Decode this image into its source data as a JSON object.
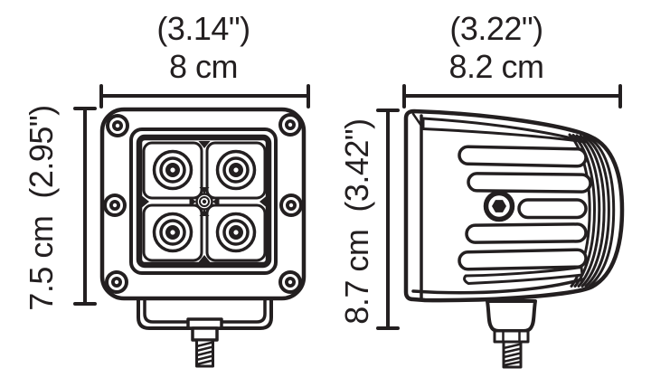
{
  "colors": {
    "line": "#231f20",
    "background": "#ffffff"
  },
  "front_view": {
    "width_dimension": {
      "inches": "(3.14\")",
      "metric": "8 cm"
    },
    "height_dimension": {
      "label": "7.5 cm  (2.95\")"
    }
  },
  "side_view": {
    "width_dimension": {
      "inches": "(3.22\")",
      "metric": "8.2 cm"
    },
    "height_dimension": {
      "label": "8.7 cm  (3.42\")"
    }
  }
}
